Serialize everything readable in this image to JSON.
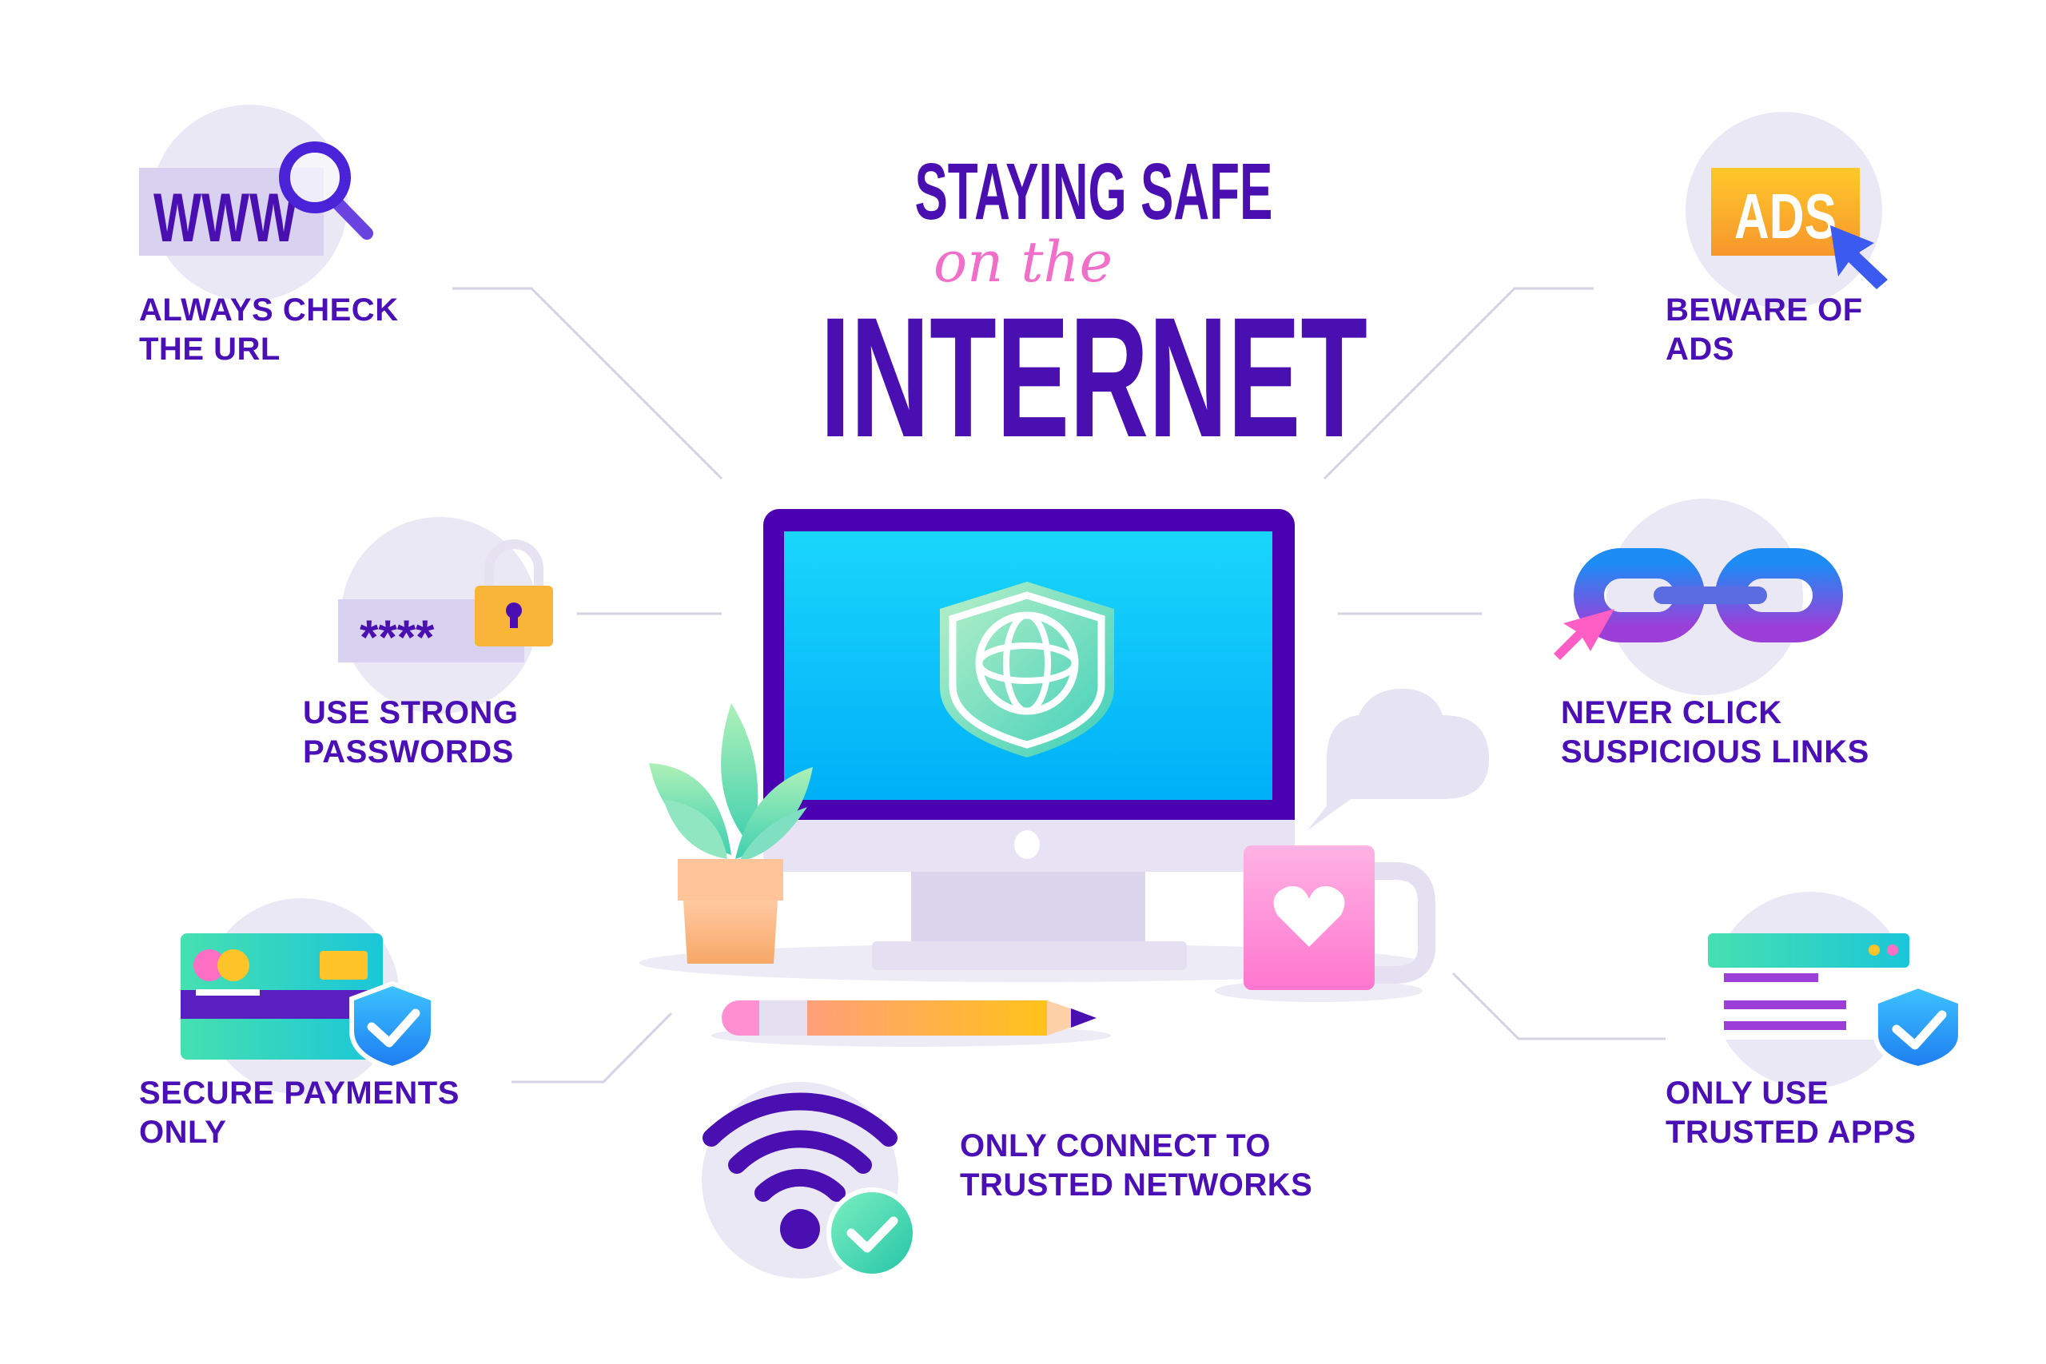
{
  "title": {
    "line1": "STAYING SAFE",
    "line2": "on the",
    "line3": "INTERNET"
  },
  "tips": [
    {
      "id": "url",
      "lines": [
        "ALWAYS CHECK",
        "THE URL"
      ],
      "icon": "www-magnifier-icon",
      "icon_text": "WWW"
    },
    {
      "id": "ads",
      "lines": [
        "BEWARE OF",
        "ADS"
      ],
      "icon": "ads-cursor-icon",
      "icon_text": "ADS"
    },
    {
      "id": "passwords",
      "lines": [
        "USE STRONG",
        "PASSWORDS"
      ],
      "icon": "password-lock-icon",
      "icon_text": "****"
    },
    {
      "id": "links",
      "lines": [
        "NEVER CLICK",
        "SUSPICIOUS LINKS"
      ],
      "icon": "chain-link-icon"
    },
    {
      "id": "payments",
      "lines": [
        "SECURE PAYMENTS",
        "ONLY"
      ],
      "icon": "credit-card-shield-icon"
    },
    {
      "id": "apps",
      "lines": [
        "ONLY USE",
        "TRUSTED APPS"
      ],
      "icon": "app-window-shield-icon"
    },
    {
      "id": "networks",
      "lines": [
        "ONLY CONNECT TO",
        "TRUSTED NETWORKS"
      ],
      "icon": "wifi-check-icon"
    }
  ],
  "colors": {
    "primary": "#4a0fb0",
    "accent_pink": "#f06fc9",
    "screen": "#12c8f5",
    "circle_bg": "#ebe8f5",
    "orange": "#f9b43a",
    "connector": "#d5d3e3"
  }
}
